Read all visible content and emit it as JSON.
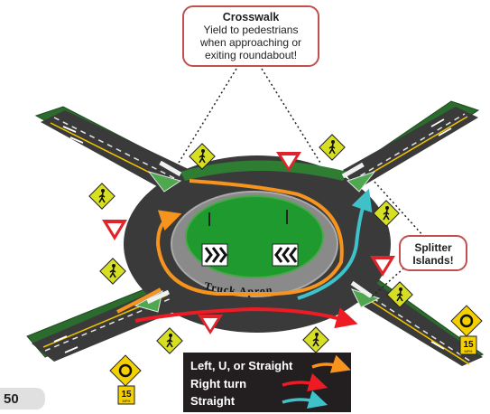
{
  "callouts": {
    "crosswalk": {
      "title": "Crosswalk",
      "line1": "Yield to pedestrians",
      "line2": "when approaching or",
      "line3": "exiting roundabout!"
    },
    "splitter": {
      "line1": "Splitter",
      "line2": "Islands!"
    }
  },
  "diagram_labels": {
    "truck_apron": "Truck Apron"
  },
  "speed_signs": [
    {
      "value": "15",
      "unit": "MPH"
    },
    {
      "value": "15",
      "unit": "MPH"
    }
  ],
  "legend": {
    "items": [
      {
        "label": "Left, U, or Straight",
        "color": "#f7941d"
      },
      {
        "label": "Right turn",
        "color": "#ed1c24"
      },
      {
        "label": "Straight",
        "color": "#3fc1c9"
      }
    ]
  },
  "page_number": "50",
  "colors": {
    "grass": "#2e7d32",
    "road": "#3a3a3a",
    "apron": "#8a8a8a",
    "center_island": "#1f9a2f",
    "yield": "#e0242b",
    "ped_sign": "#d7df23",
    "callout_border": "#c0504d"
  }
}
